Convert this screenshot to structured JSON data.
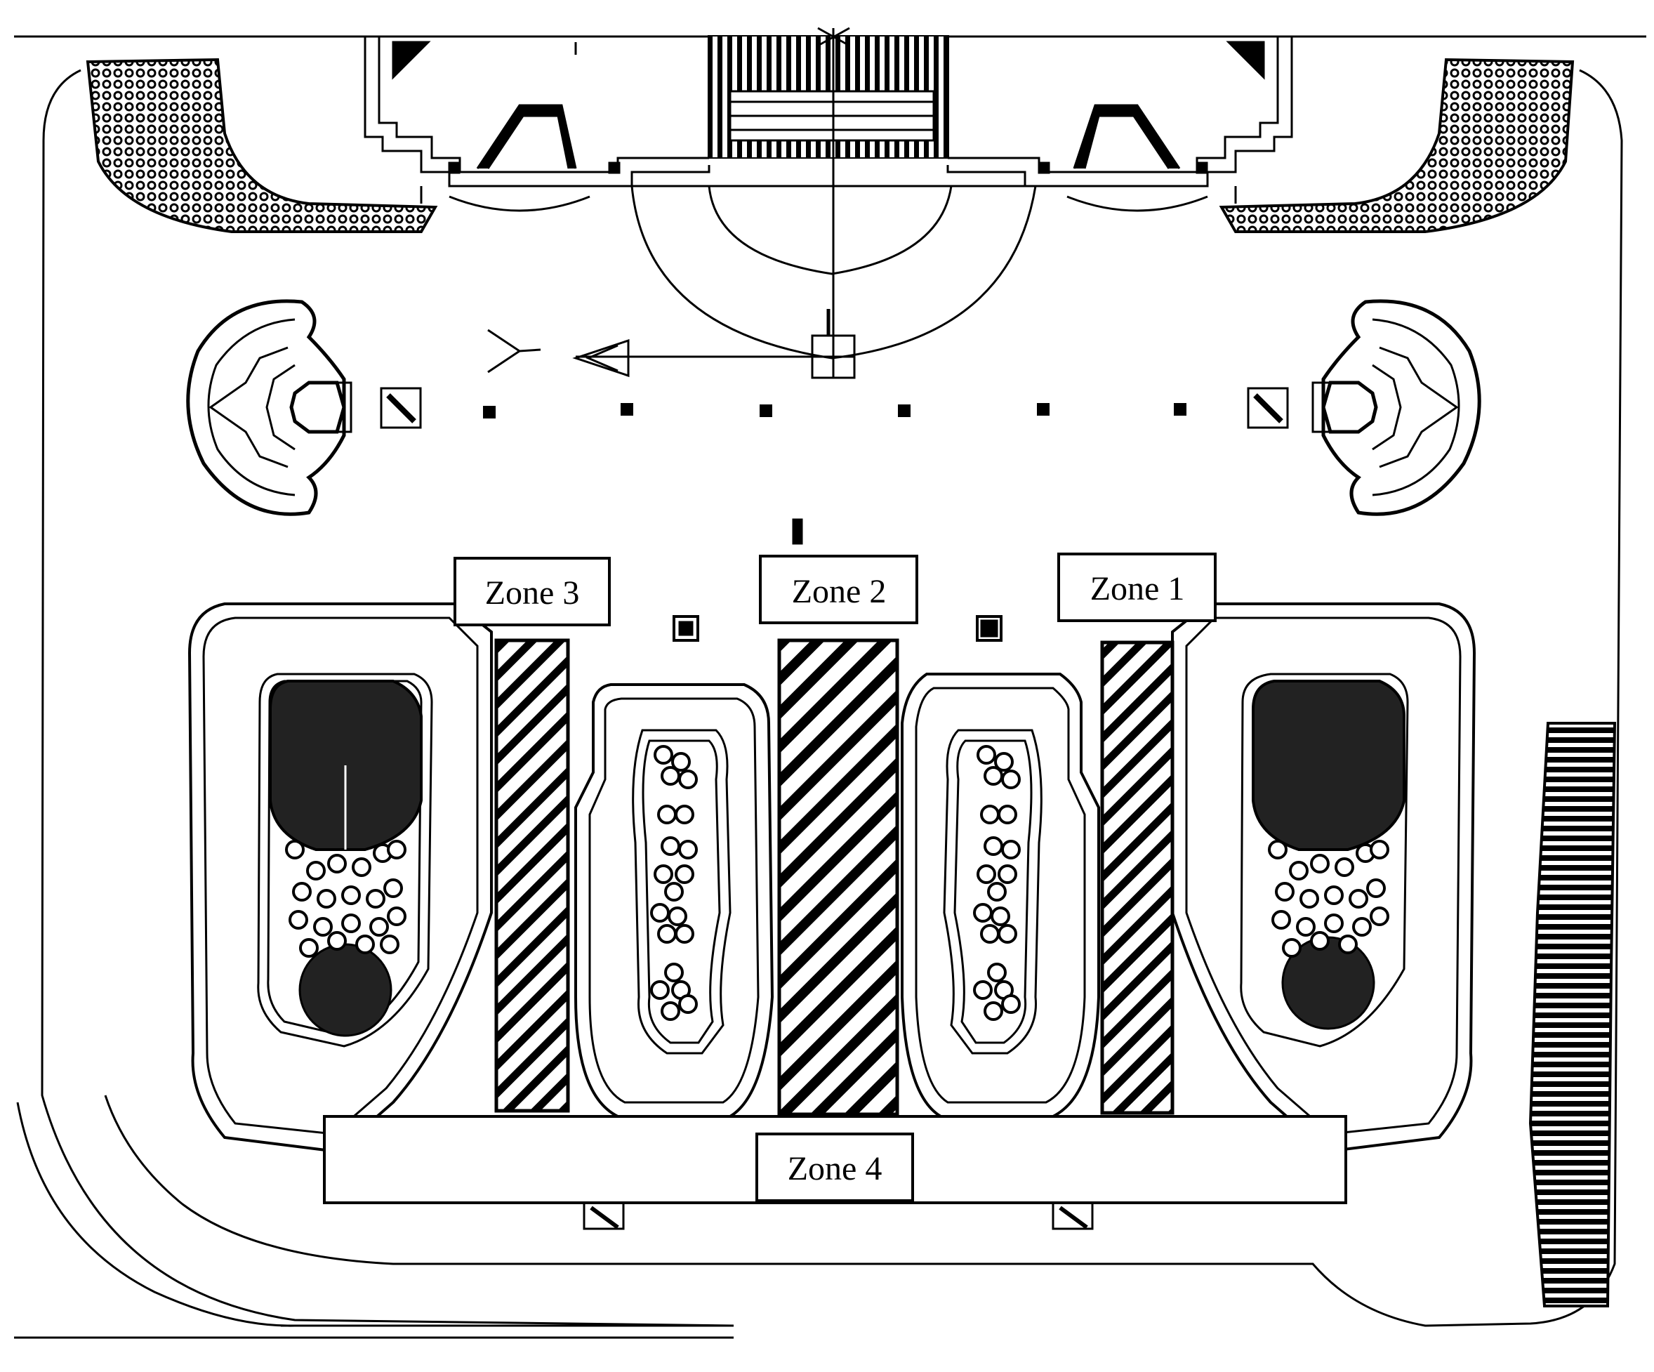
{
  "zones": {
    "zone1": "Zone 1",
    "zone2": "Zone 2",
    "zone3": "Zone 3",
    "zone4": "Zone 4"
  },
  "colors": {
    "ink": "#000000",
    "paper": "#ffffff",
    "fill_dark": "#222222"
  }
}
